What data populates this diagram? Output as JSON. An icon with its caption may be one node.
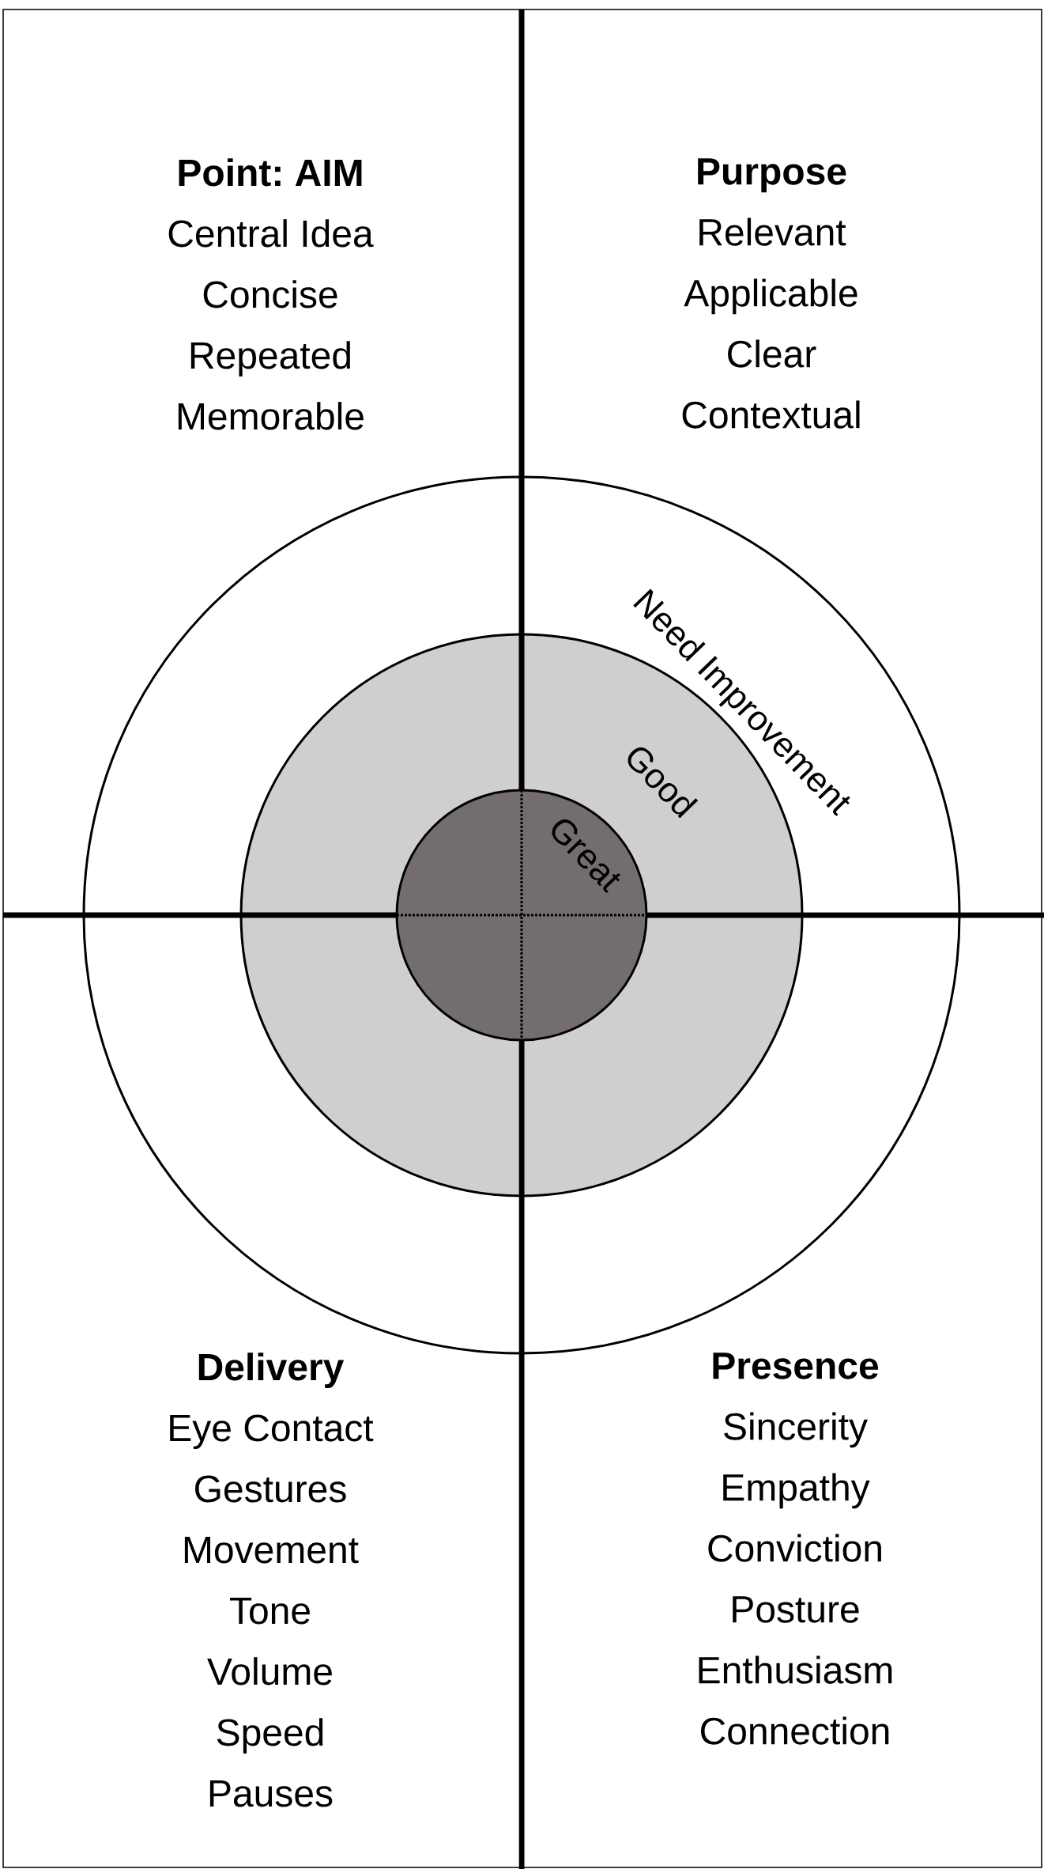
{
  "diagram": {
    "nodes": [
      {
        "text": [
          "Point: AIM",
          "Central Idea",
          "Concise",
          "Repeated",
          "Memorable"
        ]
      },
      {
        "text": [
          "Purpose",
          "Relevant",
          "Applicable",
          "Clear",
          "Contextual"
        ]
      },
      {
        "text": [
          "Need Improvement"
        ]
      },
      {
        "text": [
          "Good"
        ]
      },
      {
        "text": [
          "Great"
        ]
      },
      {
        "text": [
          "Delivery",
          "Eye Contact",
          "Gestures",
          "Movement",
          "Tone",
          "Volume",
          "Speed",
          "Pauses"
        ]
      },
      {
        "text": [
          "Presence",
          "Sincerity",
          "Empathy",
          "Conviction",
          "Posture",
          "Enthusiasm",
          "Connection"
        ]
      }
    ]
  }
}
